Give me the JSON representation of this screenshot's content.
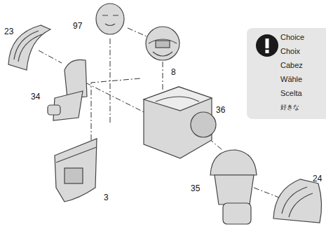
{
  "diagram": {
    "nodes": [
      {
        "text": [
          "Choice",
          "Choix",
          "Cabez",
          "Wähle",
          "Scelta",
          "好きな"
        ]
      }
    ],
    "edges": [],
    "labels": [
      "23",
      "97",
      "8",
      "34",
      "36",
      "3",
      "35",
      "24"
    ]
  }
}
